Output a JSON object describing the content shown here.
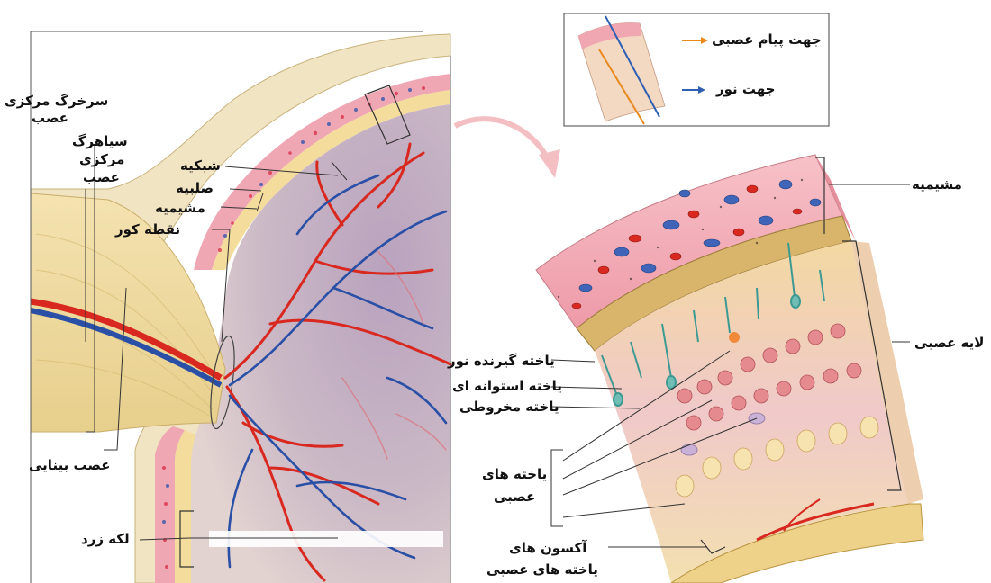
{
  "legend": {
    "neural_signal_label": "جهت پیام عصبی",
    "light_label": "جهت نور",
    "neural_signal_color": "#e8891e",
    "light_color": "#2e5fb3"
  },
  "left_labels": {
    "central_artery": [
      "سرخرگ مرکزی",
      "عصب"
    ],
    "central_vein": [
      "سیاهرگ",
      "مرکزی",
      "عصب"
    ],
    "retina": "شبکیه",
    "sclera": "صلبیه",
    "choroid": "مشیمیه",
    "blind_spot": "نقطه کور",
    "optic_nerve": "عصب بینایی",
    "macula": "لکه زرد"
  },
  "right_labels": {
    "choroid": "مشیمیه",
    "neural_layer": "لایه عصبی",
    "photoreceptor": "یاخته گیرنده نور",
    "rod_cell": "یاخته استوانه ای",
    "cone_cell": "یاخته مخروطی",
    "neural_cells": [
      "یاخته های",
      "عصبی"
    ],
    "axons": [
      "آکسون های",
      "یاخته های عصبی"
    ]
  },
  "colors": {
    "artery": "#d8281f",
    "vein": "#2a4fa6",
    "choroid_pink": "#f2a3b0",
    "sclera_cream": "#f2e6c6",
    "retina_yellow": "#f0dc9a"
  }
}
